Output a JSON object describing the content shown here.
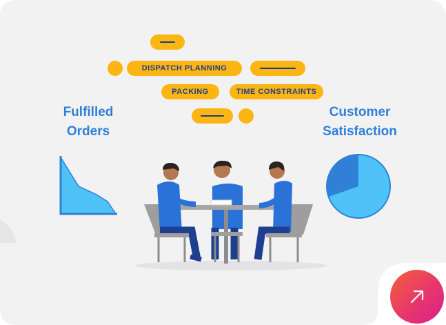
{
  "tags": {
    "dispatch_planning": "DISPATCH PLANNING",
    "packing": "PACKING",
    "time_constraints": "TIME CONSTRAINTS"
  },
  "labels": {
    "fulfilled_line1": "Fulfilled",
    "fulfilled_line2": "Orders",
    "customer_line1": "Customer",
    "customer_line2": "Satisfaction"
  },
  "icons": {
    "action": "arrow-up-right-icon"
  },
  "colors": {
    "tag_yellow": "#fbb613",
    "tag_text": "#1e3c8c",
    "label_blue": "#2f80d6",
    "chart_light": "#4fc3f7",
    "chart_dark": "#2f80d6",
    "shirt": "#2b72d8",
    "pants": "#1e3f8f",
    "chair": "#9e9e9e",
    "button_start": "#f2623a",
    "button_end": "#d6208c"
  }
}
